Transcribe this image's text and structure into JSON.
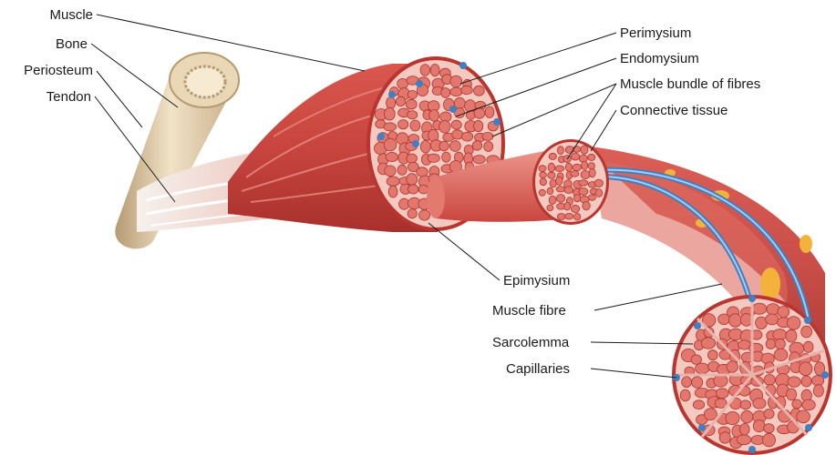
{
  "labels": {
    "muscle": "Muscle",
    "bone": "Bone",
    "periosteum": "Periosteum",
    "tendon": "Tendon",
    "perimysium": "Perimysium",
    "endomysium": "Endomysium",
    "muscle_bundle": "Muscle bundle of fibres",
    "connective_tissue": "Connective tissue",
    "epimysium": "Epimysium",
    "muscle_fibre": "Muscle fibre",
    "sarcolemma": "Sarcolemma",
    "capillaries": "Capillaries"
  },
  "colors": {
    "muscle_red": "#c8453f",
    "muscle_light": "#e8857a",
    "cell_fill": "#e2776e",
    "cell_stroke": "#b0332e",
    "section_bg": "#f4c9bf",
    "bone_tan": "#e3cfad",
    "bone_dark": "#b69a72",
    "tendon_white": "#f3ece7",
    "capillary_blue": "#3f7fc2",
    "fat_yellow": "#f3b33a"
  }
}
